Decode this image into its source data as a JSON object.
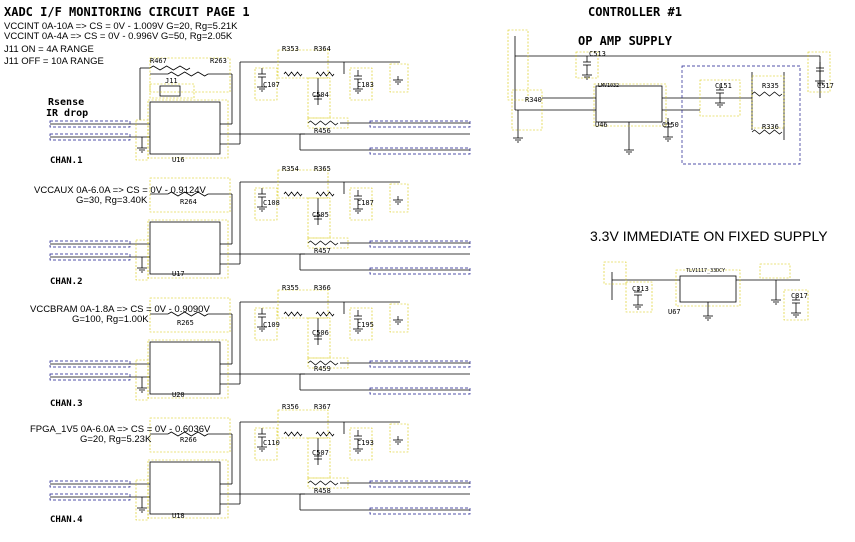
{
  "header": {
    "title": "XADC I/F MONITORING CIRCUIT PAGE 1",
    "lines": [
      "VCCINT 0A-10A => CS = 0V - 1.009V        G=20, Rg=5.21K",
      "VCCINT 0A-4A  => CS = 0V - 0.996V        G=50, Rg=2.05K",
      "J11 ON   = 4A RANGE",
      "J11 OFF = 10A RANGE"
    ],
    "rsense": "Rsense",
    "ir_drop": "IR drop"
  },
  "right": {
    "controller": "CONTROLLER #1",
    "op_amp": "OP AMP SUPPLY",
    "supply_title": "3.3V IMMEDIATE ON FIXED SUPPLY"
  },
  "channels": [
    {
      "label": "CHAN.1",
      "info": "",
      "u": "U16",
      "rg": "R263",
      "rf1": "R353",
      "rf2": "R364",
      "cap1": "C107",
      "cap2": "C504",
      "cap3": "C183",
      "rout": "R456"
    },
    {
      "label": "CHAN.2",
      "info": "VCCAUX 0A-6.0A => CS = 0V - 0.9124V",
      "gain": "G=30, Rg=3.40K",
      "u": "U17",
      "rg": "R264",
      "rf1": "R354",
      "rf2": "R365",
      "cap1": "C108",
      "cap2": "C505",
      "cap3": "C187",
      "rout": "R457"
    },
    {
      "label": "CHAN.3",
      "info": "VCCBRAM 0A-1.8A => CS = 0V - 0.9090V",
      "gain": "G=100, Rg=1.00K",
      "u": "U20",
      "rg": "R265",
      "rf1": "R355",
      "rf2": "R366",
      "cap1": "C109",
      "cap2": "C506",
      "cap3": "C195",
      "rout": "R459"
    },
    {
      "label": "CHAN.4",
      "info": "FPGA_1V5 0A-6.0A => CS = 0V - 0.6036V",
      "gain": "G=20, Rg=5.23K",
      "u": "U18",
      "rg": "R266",
      "rf1": "R356",
      "rf2": "R367",
      "cap1": "C110",
      "cap2": "C507",
      "cap3": "C193",
      "rout": "R458"
    }
  ],
  "parts": {
    "j11": "J11",
    "r467": "R467",
    "u46": "U46",
    "r340": "R340",
    "c513": "C513",
    "c151": "C151",
    "c150": "C150",
    "r335": "R335",
    "r336": "R336",
    "c517": "C517",
    "c313": "C313",
    "c317": "C317",
    "u67": "U67",
    "tlv": "TLV1117_33DCY",
    "lmv": "LMV1032"
  }
}
